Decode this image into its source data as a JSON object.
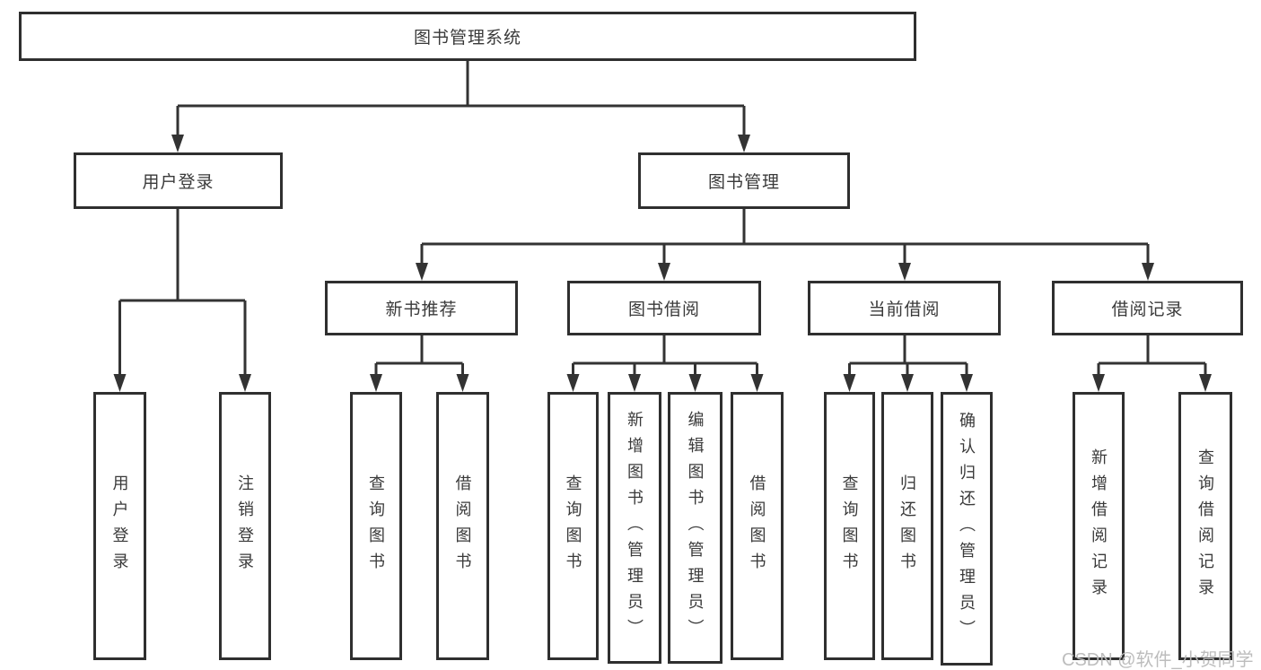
{
  "tree": {
    "root": {
      "label": "图书管理系统"
    },
    "branches": [
      {
        "label": "用户登录",
        "leaves": [
          {
            "label": "用户登录"
          },
          {
            "label": "注销登录"
          }
        ]
      },
      {
        "label": "图书管理",
        "groups": [
          {
            "label": "新书推荐",
            "leaves": [
              {
                "label": "查询图书"
              },
              {
                "label": "借阅图书"
              }
            ]
          },
          {
            "label": "图书借阅",
            "leaves": [
              {
                "label": "查询图书"
              },
              {
                "label": "新增图书（管理员）"
              },
              {
                "label": "编辑图书（管理员）"
              },
              {
                "label": "借阅图书"
              }
            ]
          },
          {
            "label": "当前借阅",
            "leaves": [
              {
                "label": "查询图书"
              },
              {
                "label": "归还图书"
              },
              {
                "label": "确认归还（管理员）"
              }
            ]
          },
          {
            "label": "借阅记录",
            "leaves": [
              {
                "label": "新增借阅记录"
              },
              {
                "label": "查询借阅记录"
              }
            ]
          }
        ]
      }
    ]
  },
  "watermark": {
    "text": "CSDN @软件_小贺同学"
  },
  "colors": {
    "line": "#333333",
    "border": "#2f2f2f",
    "text": "#3a3a3a",
    "watermark": "#b9b9b9"
  }
}
